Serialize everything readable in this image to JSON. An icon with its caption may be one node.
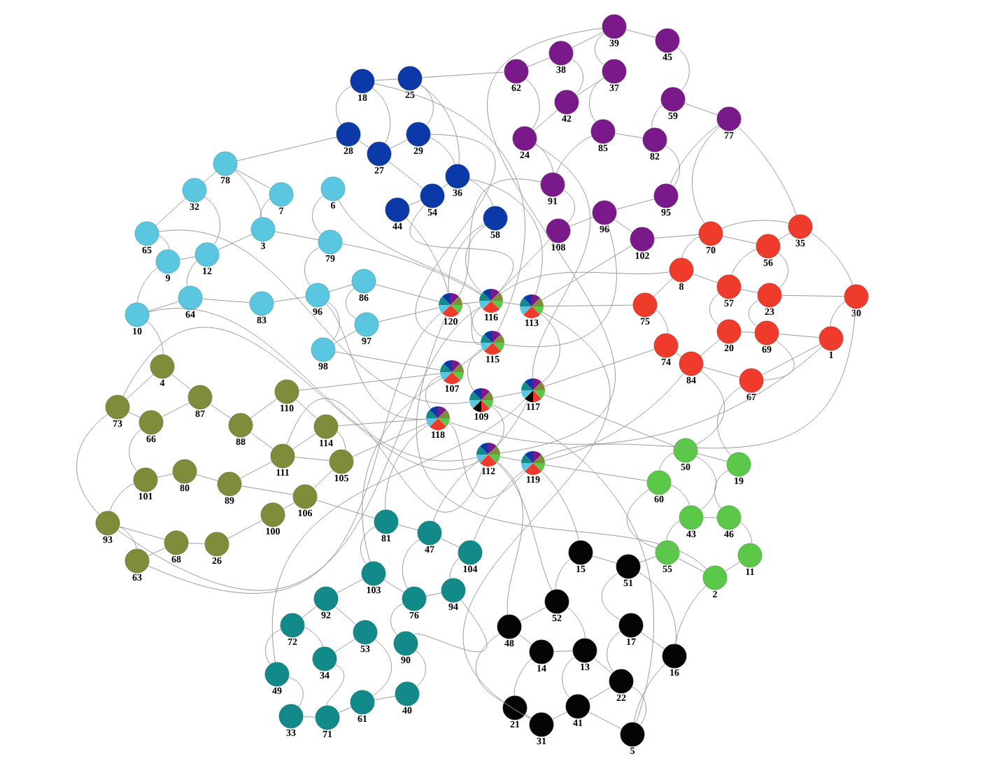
{
  "diagram": {
    "nodes": [
      {
        "text": [
          "18"
        ]
      },
      {
        "text": [
          "25"
        ]
      },
      {
        "text": [
          "28"
        ]
      },
      {
        "text": [
          "29"
        ]
      },
      {
        "text": [
          "27"
        ]
      },
      {
        "text": [
          "36"
        ]
      },
      {
        "text": [
          "54"
        ]
      },
      {
        "text": [
          "44"
        ]
      },
      {
        "text": [
          "58"
        ]
      },
      {
        "text": [
          "39"
        ]
      },
      {
        "text": [
          "45"
        ]
      },
      {
        "text": [
          "38"
        ]
      },
      {
        "text": [
          "37"
        ]
      },
      {
        "text": [
          "62"
        ]
      },
      {
        "text": [
          "59"
        ]
      },
      {
        "text": [
          "42"
        ]
      },
      {
        "text": [
          "77"
        ]
      },
      {
        "text": [
          "85"
        ]
      },
      {
        "text": [
          "82"
        ]
      },
      {
        "text": [
          "24"
        ]
      },
      {
        "text": [
          "91"
        ]
      },
      {
        "text": [
          "95"
        ]
      },
      {
        "text": [
          "96"
        ]
      },
      {
        "text": [
          "108"
        ]
      },
      {
        "text": [
          "102"
        ]
      },
      {
        "text": [
          "70"
        ]
      },
      {
        "text": [
          "35"
        ]
      },
      {
        "text": [
          "56"
        ]
      },
      {
        "text": [
          "8"
        ]
      },
      {
        "text": [
          "57"
        ]
      },
      {
        "text": [
          "23"
        ]
      },
      {
        "text": [
          "30"
        ]
      },
      {
        "text": [
          "75"
        ]
      },
      {
        "text": [
          "20"
        ]
      },
      {
        "text": [
          "69"
        ]
      },
      {
        "text": [
          "1"
        ]
      },
      {
        "text": [
          "74"
        ]
      },
      {
        "text": [
          "84"
        ]
      },
      {
        "text": [
          "67"
        ]
      },
      {
        "text": [
          "78"
        ]
      },
      {
        "text": [
          "32"
        ]
      },
      {
        "text": [
          "7"
        ]
      },
      {
        "text": [
          "6"
        ]
      },
      {
        "text": [
          "3"
        ]
      },
      {
        "text": [
          "79"
        ]
      },
      {
        "text": [
          "65"
        ]
      },
      {
        "text": [
          "9"
        ]
      },
      {
        "text": [
          "12"
        ]
      },
      {
        "text": [
          "64"
        ]
      },
      {
        "text": [
          "10"
        ]
      },
      {
        "text": [
          "83"
        ]
      },
      {
        "text": [
          "96"
        ]
      },
      {
        "text": [
          "86"
        ]
      },
      {
        "text": [
          "97"
        ]
      },
      {
        "text": [
          "98"
        ]
      },
      {
        "text": [
          "120"
        ]
      },
      {
        "text": [
          "116"
        ]
      },
      {
        "text": [
          "113"
        ]
      },
      {
        "text": [
          "115"
        ]
      },
      {
        "text": [
          "107"
        ]
      },
      {
        "text": [
          "117"
        ]
      },
      {
        "text": [
          "109"
        ]
      },
      {
        "text": [
          "118"
        ]
      },
      {
        "text": [
          "112"
        ]
      },
      {
        "text": [
          "119"
        ]
      },
      {
        "text": [
          "4"
        ]
      },
      {
        "text": [
          "73"
        ]
      },
      {
        "text": [
          "87"
        ]
      },
      {
        "text": [
          "110"
        ]
      },
      {
        "text": [
          "66"
        ]
      },
      {
        "text": [
          "88"
        ]
      },
      {
        "text": [
          "114"
        ]
      },
      {
        "text": [
          "111"
        ]
      },
      {
        "text": [
          "105"
        ]
      },
      {
        "text": [
          "101"
        ]
      },
      {
        "text": [
          "80"
        ]
      },
      {
        "text": [
          "89"
        ]
      },
      {
        "text": [
          "106"
        ]
      },
      {
        "text": [
          "100"
        ]
      },
      {
        "text": [
          "93"
        ]
      },
      {
        "text": [
          "68"
        ]
      },
      {
        "text": [
          "26"
        ]
      },
      {
        "text": [
          "63"
        ]
      },
      {
        "text": [
          "50"
        ]
      },
      {
        "text": [
          "19"
        ]
      },
      {
        "text": [
          "60"
        ]
      },
      {
        "text": [
          "43"
        ]
      },
      {
        "text": [
          "46"
        ]
      },
      {
        "text": [
          "55"
        ]
      },
      {
        "text": [
          "11"
        ]
      },
      {
        "text": [
          "2"
        ]
      },
      {
        "text": [
          "81"
        ]
      },
      {
        "text": [
          "47"
        ]
      },
      {
        "text": [
          "104"
        ]
      },
      {
        "text": [
          "103"
        ]
      },
      {
        "text": [
          "92"
        ]
      },
      {
        "text": [
          "76"
        ]
      },
      {
        "text": [
          "94"
        ]
      },
      {
        "text": [
          "72"
        ]
      },
      {
        "text": [
          "53"
        ]
      },
      {
        "text": [
          "90"
        ]
      },
      {
        "text": [
          "34"
        ]
      },
      {
        "text": [
          "49"
        ]
      },
      {
        "text": [
          "61"
        ]
      },
      {
        "text": [
          "40"
        ]
      },
      {
        "text": [
          "33"
        ]
      },
      {
        "text": [
          "71"
        ]
      },
      {
        "text": [
          "15"
        ]
      },
      {
        "text": [
          "51"
        ]
      },
      {
        "text": [
          "52"
        ]
      },
      {
        "text": [
          "48"
        ]
      },
      {
        "text": [
          "17"
        ]
      },
      {
        "text": [
          "14"
        ]
      },
      {
        "text": [
          "13"
        ]
      },
      {
        "text": [
          "16"
        ]
      },
      {
        "text": [
          "22"
        ]
      },
      {
        "text": [
          "21"
        ]
      },
      {
        "text": [
          "41"
        ]
      },
      {
        "text": [
          "31"
        ]
      },
      {
        "text": [
          "5"
        ]
      }
    ],
    "edges": [
      {
        "from": 0,
        "to": 1,
        "arrow": "none"
      },
      {
        "from": 0,
        "to": 2,
        "arrow": "none"
      },
      {
        "from": 0,
        "to": 4,
        "arrow": "none"
      },
      {
        "from": 1,
        "to": 3,
        "arrow": "none"
      },
      {
        "from": 2,
        "to": 4,
        "arrow": "none"
      },
      {
        "from": 3,
        "to": 4,
        "arrow": "none"
      },
      {
        "from": 3,
        "to": 5,
        "arrow": "none"
      },
      {
        "from": 4,
        "to": 6,
        "arrow": "none"
      },
      {
        "from": 5,
        "to": 6,
        "arrow": "none"
      },
      {
        "from": 6,
        "to": 7,
        "arrow": "none"
      },
      {
        "from": 5,
        "to": 8,
        "arrow": "none"
      },
      {
        "from": 1,
        "to": 5,
        "arrow": "none"
      },
      {
        "from": 8,
        "to": 55,
        "arrow": "none"
      },
      {
        "from": 8,
        "to": 56,
        "arrow": "none"
      },
      {
        "from": 7,
        "to": 55,
        "arrow": "none"
      },
      {
        "from": 6,
        "to": 56,
        "arrow": "none"
      },
      {
        "from": 5,
        "to": 57,
        "arrow": "none"
      },
      {
        "from": 3,
        "to": 58,
        "arrow": "none"
      },
      {
        "from": 9,
        "to": 10,
        "arrow": "none"
      },
      {
        "from": 9,
        "to": 11,
        "arrow": "none"
      },
      {
        "from": 9,
        "to": 12,
        "arrow": "none"
      },
      {
        "from": 11,
        "to": 13,
        "arrow": "none"
      },
      {
        "from": 11,
        "to": 15,
        "arrow": "none"
      },
      {
        "from": 12,
        "to": 15,
        "arrow": "none"
      },
      {
        "from": 12,
        "to": 17,
        "arrow": "none"
      },
      {
        "from": 10,
        "to": 14,
        "arrow": "none"
      },
      {
        "from": 14,
        "to": 16,
        "arrow": "none"
      },
      {
        "from": 14,
        "to": 18,
        "arrow": "none"
      },
      {
        "from": 13,
        "to": 19,
        "arrow": "none"
      },
      {
        "from": 15,
        "to": 19,
        "arrow": "none"
      },
      {
        "from": 17,
        "to": 18,
        "arrow": "none"
      },
      {
        "from": 17,
        "to": 20,
        "arrow": "none"
      },
      {
        "from": 19,
        "to": 20,
        "arrow": "none"
      },
      {
        "from": 18,
        "to": 21,
        "arrow": "none"
      },
      {
        "from": 16,
        "to": 21,
        "arrow": "none"
      },
      {
        "from": 20,
        "to": 23,
        "arrow": "none"
      },
      {
        "from": 22,
        "to": 23,
        "arrow": "none"
      },
      {
        "from": 22,
        "to": 24,
        "arrow": "none"
      },
      {
        "from": 16,
        "to": 25,
        "arrow": "none"
      },
      {
        "from": 16,
        "to": 26,
        "arrow": "none"
      },
      {
        "from": 21,
        "to": 22,
        "arrow": "none"
      },
      {
        "from": 13,
        "to": 1,
        "arrow": "none"
      },
      {
        "from": 23,
        "to": 56,
        "arrow": "none"
      },
      {
        "from": 24,
        "to": 57,
        "arrow": "none"
      },
      {
        "from": 20,
        "to": 55,
        "arrow": "none"
      },
      {
        "from": 22,
        "to": 58,
        "arrow": "none"
      },
      {
        "from": 19,
        "to": 60,
        "arrow": "none"
      },
      {
        "from": 25,
        "to": 26,
        "arrow": "none"
      },
      {
        "from": 25,
        "to": 27,
        "arrow": "none"
      },
      {
        "from": 25,
        "to": 28,
        "arrow": "none"
      },
      {
        "from": 26,
        "to": 27,
        "arrow": "none"
      },
      {
        "from": 26,
        "to": 31,
        "arrow": "none"
      },
      {
        "from": 27,
        "to": 29,
        "arrow": "none"
      },
      {
        "from": 27,
        "to": 30,
        "arrow": "none"
      },
      {
        "from": 28,
        "to": 29,
        "arrow": "none"
      },
      {
        "from": 28,
        "to": 32,
        "arrow": "none"
      },
      {
        "from": 29,
        "to": 30,
        "arrow": "none"
      },
      {
        "from": 29,
        "to": 33,
        "arrow": "none"
      },
      {
        "from": 30,
        "to": 34,
        "arrow": "none"
      },
      {
        "from": 30,
        "to": 31,
        "arrow": "none"
      },
      {
        "from": 31,
        "to": 35,
        "arrow": "none"
      },
      {
        "from": 34,
        "to": 35,
        "arrow": "none"
      },
      {
        "from": 33,
        "to": 34,
        "arrow": "none"
      },
      {
        "from": 32,
        "to": 36,
        "arrow": "none"
      },
      {
        "from": 36,
        "to": 37,
        "arrow": "none"
      },
      {
        "from": 33,
        "to": 37,
        "arrow": "none"
      },
      {
        "from": 37,
        "to": 38,
        "arrow": "none"
      },
      {
        "from": 34,
        "to": 38,
        "arrow": "none"
      },
      {
        "from": 35,
        "to": 38,
        "arrow": "none"
      },
      {
        "from": 32,
        "to": 57,
        "arrow": "none"
      },
      {
        "from": 28,
        "to": 56,
        "arrow": "none"
      },
      {
        "from": 36,
        "to": 60,
        "arrow": "none"
      },
      {
        "from": 37,
        "to": 64,
        "arrow": "none"
      },
      {
        "from": 25,
        "to": 24,
        "arrow": "none"
      },
      {
        "from": 39,
        "to": 40,
        "arrow": "none"
      },
      {
        "from": 39,
        "to": 41,
        "arrow": "none"
      },
      {
        "from": 39,
        "to": 43,
        "arrow": "none"
      },
      {
        "from": 39,
        "to": 2,
        "arrow": "none"
      },
      {
        "from": 40,
        "to": 45,
        "arrow": "none"
      },
      {
        "from": 40,
        "to": 47,
        "arrow": "none"
      },
      {
        "from": 41,
        "to": 43,
        "arrow": "none"
      },
      {
        "from": 42,
        "to": 44,
        "arrow": "none"
      },
      {
        "from": 43,
        "to": 44,
        "arrow": "none"
      },
      {
        "from": 45,
        "to": 46,
        "arrow": "none"
      },
      {
        "from": 46,
        "to": 47,
        "arrow": "none"
      },
      {
        "from": 47,
        "to": 48,
        "arrow": "none"
      },
      {
        "from": 46,
        "to": 49,
        "arrow": "none"
      },
      {
        "from": 48,
        "to": 49,
        "arrow": "none"
      },
      {
        "from": 48,
        "to": 50,
        "arrow": "none"
      },
      {
        "from": 43,
        "to": 47,
        "arrow": "none"
      },
      {
        "from": 44,
        "to": 51,
        "arrow": "none"
      },
      {
        "from": 50,
        "to": 51,
        "arrow": "none"
      },
      {
        "from": 51,
        "to": 52,
        "arrow": "none"
      },
      {
        "from": 52,
        "to": 53,
        "arrow": "none"
      },
      {
        "from": 53,
        "to": 54,
        "arrow": "none"
      },
      {
        "from": 51,
        "to": 54,
        "arrow": "none"
      },
      {
        "from": 52,
        "to": 55,
        "arrow": "none"
      },
      {
        "from": 53,
        "to": 55,
        "arrow": "none"
      },
      {
        "from": 54,
        "to": 59,
        "arrow": "none"
      },
      {
        "from": 51,
        "to": 62,
        "arrow": "none"
      },
      {
        "from": 44,
        "to": 56,
        "arrow": "none"
      },
      {
        "from": 42,
        "to": 56,
        "arrow": "none"
      },
      {
        "from": 65,
        "to": 66,
        "arrow": "none"
      },
      {
        "from": 65,
        "to": 67,
        "arrow": "none"
      },
      {
        "from": 66,
        "to": 69,
        "arrow": "none"
      },
      {
        "from": 67,
        "to": 69,
        "arrow": "none"
      },
      {
        "from": 67,
        "to": 70,
        "arrow": "none"
      },
      {
        "from": 68,
        "to": 70,
        "arrow": "none"
      },
      {
        "from": 68,
        "to": 71,
        "arrow": "none"
      },
      {
        "from": 70,
        "to": 72,
        "arrow": "none"
      },
      {
        "from": 71,
        "to": 72,
        "arrow": "none"
      },
      {
        "from": 71,
        "to": 73,
        "arrow": "none"
      },
      {
        "from": 72,
        "to": 73,
        "arrow": "none"
      },
      {
        "from": 69,
        "to": 74,
        "arrow": "none"
      },
      {
        "from": 74,
        "to": 75,
        "arrow": "none"
      },
      {
        "from": 75,
        "to": 76,
        "arrow": "none"
      },
      {
        "from": 76,
        "to": 72,
        "arrow": "none"
      },
      {
        "from": 73,
        "to": 77,
        "arrow": "none"
      },
      {
        "from": 77,
        "to": 78,
        "arrow": "none"
      },
      {
        "from": 74,
        "to": 79,
        "arrow": "none"
      },
      {
        "from": 79,
        "to": 82,
        "arrow": "none"
      },
      {
        "from": 79,
        "to": 80,
        "arrow": "none"
      },
      {
        "from": 80,
        "to": 81,
        "arrow": "none"
      },
      {
        "from": 81,
        "to": 78,
        "arrow": "none"
      },
      {
        "from": 80,
        "to": 82,
        "arrow": "none"
      },
      {
        "from": 76,
        "to": 77,
        "arrow": "none"
      },
      {
        "from": 66,
        "to": 79,
        "arrow": "none"
      },
      {
        "from": 68,
        "to": 59,
        "arrow": "none"
      },
      {
        "from": 71,
        "to": 62,
        "arrow": "none"
      },
      {
        "from": 73,
        "to": 62,
        "arrow": "none"
      },
      {
        "from": 72,
        "to": 63,
        "arrow": "none"
      },
      {
        "from": 49,
        "to": 65,
        "arrow": "none"
      },
      {
        "from": 77,
        "to": 91,
        "arrow": "none"
      },
      {
        "from": 83,
        "to": 84,
        "arrow": "none"
      },
      {
        "from": 83,
        "to": 85,
        "arrow": "none"
      },
      {
        "from": 83,
        "to": 86,
        "arrow": "none"
      },
      {
        "from": 84,
        "to": 87,
        "arrow": "none"
      },
      {
        "from": 85,
        "to": 86,
        "arrow": "none"
      },
      {
        "from": 86,
        "to": 87,
        "arrow": "none"
      },
      {
        "from": 86,
        "to": 88,
        "arrow": "none"
      },
      {
        "from": 87,
        "to": 89,
        "arrow": "none"
      },
      {
        "from": 88,
        "to": 90,
        "arrow": "none"
      },
      {
        "from": 89,
        "to": 90,
        "arrow": "none"
      },
      {
        "from": 85,
        "to": 88,
        "arrow": "none"
      },
      {
        "from": 83,
        "to": 37,
        "arrow": "none"
      },
      {
        "from": 84,
        "to": 38,
        "arrow": "none"
      },
      {
        "from": 85,
        "to": 64,
        "arrow": "none"
      },
      {
        "from": 83,
        "to": 60,
        "arrow": "none"
      },
      {
        "from": 91,
        "to": 92,
        "arrow": "none"
      },
      {
        "from": 91,
        "to": 94,
        "arrow": "none"
      },
      {
        "from": 92,
        "to": 93,
        "arrow": "none"
      },
      {
        "from": 92,
        "to": 96,
        "arrow": "none"
      },
      {
        "from": 93,
        "to": 97,
        "arrow": "none"
      },
      {
        "from": 94,
        "to": 95,
        "arrow": "none"
      },
      {
        "from": 94,
        "to": 96,
        "arrow": "none"
      },
      {
        "from": 96,
        "to": 97,
        "arrow": "none"
      },
      {
        "from": 95,
        "to": 98,
        "arrow": "none"
      },
      {
        "from": 95,
        "to": 99,
        "arrow": "none"
      },
      {
        "from": 96,
        "to": 100,
        "arrow": "none"
      },
      {
        "from": 97,
        "to": 100,
        "arrow": "none"
      },
      {
        "from": 98,
        "to": 102,
        "arrow": "none"
      },
      {
        "from": 98,
        "to": 101,
        "arrow": "none"
      },
      {
        "from": 99,
        "to": 101,
        "arrow": "none"
      },
      {
        "from": 99,
        "to": 103,
        "arrow": "none"
      },
      {
        "from": 100,
        "to": 104,
        "arrow": "none"
      },
      {
        "from": 101,
        "to": 106,
        "arrow": "none"
      },
      {
        "from": 102,
        "to": 105,
        "arrow": "none"
      },
      {
        "from": 105,
        "to": 106,
        "arrow": "none"
      },
      {
        "from": 106,
        "to": 103,
        "arrow": "none"
      },
      {
        "from": 103,
        "to": 104,
        "arrow": "none"
      },
      {
        "from": 91,
        "to": 62,
        "arrow": "none"
      },
      {
        "from": 92,
        "to": 63,
        "arrow": "none"
      },
      {
        "from": 93,
        "to": 64,
        "arrow": "none"
      },
      {
        "from": 94,
        "to": 59,
        "arrow": "none"
      },
      {
        "from": 107,
        "to": 108,
        "arrow": "none"
      },
      {
        "from": 107,
        "to": 109,
        "arrow": "none"
      },
      {
        "from": 108,
        "to": 111,
        "arrow": "none"
      },
      {
        "from": 109,
        "to": 110,
        "arrow": "none"
      },
      {
        "from": 109,
        "to": 113,
        "arrow": "none"
      },
      {
        "from": 110,
        "to": 112,
        "arrow": "none"
      },
      {
        "from": 112,
        "to": 113,
        "arrow": "none"
      },
      {
        "from": 113,
        "to": 115,
        "arrow": "none"
      },
      {
        "from": 111,
        "to": 115,
        "arrow": "none"
      },
      {
        "from": 111,
        "to": 114,
        "arrow": "none"
      },
      {
        "from": 108,
        "to": 114,
        "arrow": "none"
      },
      {
        "from": 114,
        "to": 119,
        "arrow": "none"
      },
      {
        "from": 115,
        "to": 119,
        "arrow": "none"
      },
      {
        "from": 112,
        "to": 116,
        "arrow": "none"
      },
      {
        "from": 116,
        "to": 118,
        "arrow": "none"
      },
      {
        "from": 117,
        "to": 118,
        "arrow": "none"
      },
      {
        "from": 117,
        "to": 113,
        "arrow": "none"
      },
      {
        "from": 115,
        "to": 117,
        "arrow": "none"
      },
      {
        "from": 119,
        "to": 117,
        "arrow": "none"
      },
      {
        "from": 110,
        "to": 116,
        "arrow": "none"
      },
      {
        "from": 107,
        "to": 64,
        "arrow": "none"
      },
      {
        "from": 109,
        "to": 63,
        "arrow": "none"
      },
      {
        "from": 110,
        "to": 63,
        "arrow": "none"
      },
      {
        "from": 108,
        "to": 88,
        "arrow": "none"
      },
      {
        "from": 114,
        "to": 90,
        "arrow": "none"
      },
      {
        "from": 55,
        "to": 56,
        "arrow": "none"
      },
      {
        "from": 56,
        "to": 57,
        "arrow": "none"
      },
      {
        "from": 55,
        "to": 58,
        "arrow": "none"
      },
      {
        "from": 58,
        "to": 59,
        "arrow": "none"
      },
      {
        "from": 59,
        "to": 62,
        "arrow": "none"
      },
      {
        "from": 60,
        "to": 61,
        "arrow": "none"
      },
      {
        "from": 61,
        "to": 63,
        "arrow": "none"
      },
      {
        "from": 63,
        "to": 64,
        "arrow": "none"
      },
      {
        "from": 57,
        "to": 60,
        "arrow": "none"
      },
      {
        "from": 58,
        "to": 61,
        "arrow": "none"
      },
      {
        "from": 56,
        "to": 58,
        "arrow": "none"
      },
      {
        "from": 62,
        "to": 64,
        "arrow": "none"
      },
      {
        "from": 55,
        "to": 82,
        "arrow": "none"
      },
      {
        "from": 56,
        "to": 79,
        "arrow": "none"
      },
      {
        "from": 60,
        "to": 66,
        "arrow": "none"
      },
      {
        "from": 61,
        "to": 119,
        "arrow": "none"
      },
      {
        "from": 63,
        "to": 9,
        "arrow": "none"
      },
      {
        "from": 64,
        "to": 31,
        "arrow": "none"
      },
      {
        "from": 62,
        "to": 35,
        "arrow": "none"
      },
      {
        "from": 61,
        "to": 45,
        "arrow": "none"
      },
      {
        "from": 60,
        "to": 102,
        "arrow": "none"
      },
      {
        "from": 57,
        "to": 118,
        "arrow": "none"
      },
      {
        "from": 55,
        "to": 90,
        "arrow": "none"
      },
      {
        "from": 58,
        "to": 0,
        "arrow": "none"
      },
      {
        "from": 63,
        "to": 49,
        "arrow": "none"
      }
    ]
  }
}
